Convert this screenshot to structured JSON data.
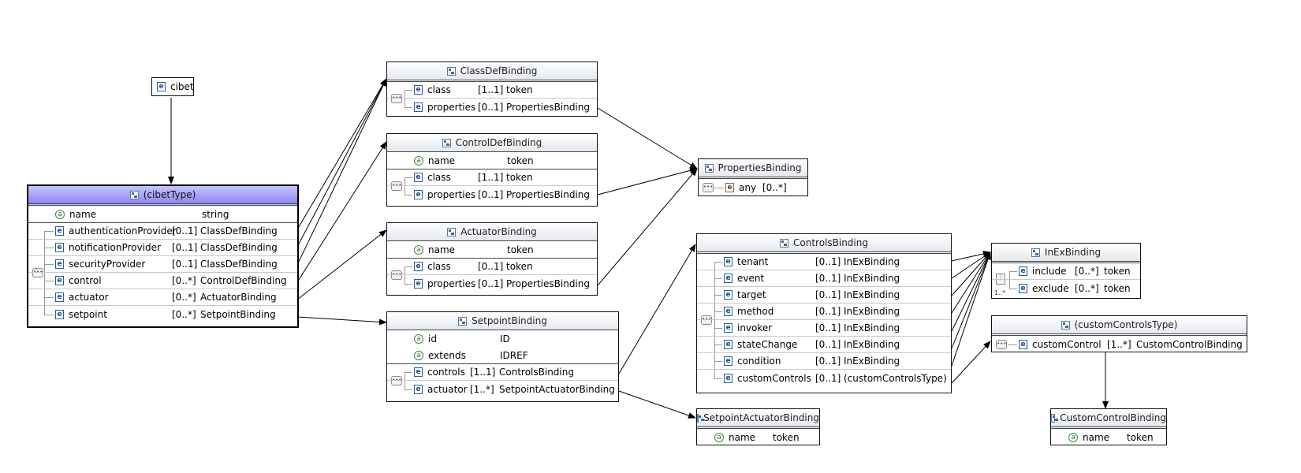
{
  "elements": {
    "cibet": "cibet"
  },
  "types": {
    "cibetType": {
      "title": "(cibetType)",
      "attributes": [
        {
          "name": "name",
          "type": "string"
        }
      ],
      "children": [
        {
          "name": "authenticationProvider",
          "card": "[0..1]",
          "type": "ClassDefBinding"
        },
        {
          "name": "notificationProvider",
          "card": "[0..1]",
          "type": "ClassDefBinding"
        },
        {
          "name": "securityProvider",
          "card": "[0..1]",
          "type": "ClassDefBinding"
        },
        {
          "name": "control",
          "card": "[0..*]",
          "type": "ControlDefBinding"
        },
        {
          "name": "actuator",
          "card": "[0..*]",
          "type": "ActuatorBinding"
        },
        {
          "name": "setpoint",
          "card": "[0..*]",
          "type": "SetpointBinding"
        }
      ]
    },
    "ClassDefBinding": {
      "title": "ClassDefBinding",
      "children": [
        {
          "name": "class",
          "card": "[1..1]",
          "type": "token"
        },
        {
          "name": "properties",
          "card": "[0..1]",
          "type": "PropertiesBinding"
        }
      ]
    },
    "ControlDefBinding": {
      "title": "ControlDefBinding",
      "attributes": [
        {
          "name": "name",
          "type": "token"
        }
      ],
      "children": [
        {
          "name": "class",
          "card": "[1..1]",
          "type": "token"
        },
        {
          "name": "properties",
          "card": "[0..1]",
          "type": "PropertiesBinding"
        }
      ]
    },
    "ActuatorBinding": {
      "title": "ActuatorBinding",
      "attributes": [
        {
          "name": "name",
          "type": "token"
        }
      ],
      "children": [
        {
          "name": "class",
          "card": "[0..1]",
          "type": "token"
        },
        {
          "name": "properties",
          "card": "[0..1]",
          "type": "PropertiesBinding"
        }
      ]
    },
    "SetpointBinding": {
      "title": "SetpointBinding",
      "attributes": [
        {
          "name": "id",
          "type": "ID"
        },
        {
          "name": "extends",
          "type": "IDREF"
        }
      ],
      "children": [
        {
          "name": "controls",
          "card": "[1..1]",
          "type": "ControlsBinding"
        },
        {
          "name": "actuator",
          "card": "[1..*]",
          "type": "SetpointActuatorBinding"
        }
      ]
    },
    "PropertiesBinding": {
      "title": "PropertiesBinding",
      "any_label": "any",
      "any_card": "[0..*]"
    },
    "ControlsBinding": {
      "title": "ControlsBinding",
      "children": [
        {
          "name": "tenant",
          "card": "[0..1]",
          "type": "InExBinding"
        },
        {
          "name": "event",
          "card": "[0..1]",
          "type": "InExBinding"
        },
        {
          "name": "target",
          "card": "[0..1]",
          "type": "InExBinding"
        },
        {
          "name": "method",
          "card": "[0..1]",
          "type": "InExBinding"
        },
        {
          "name": "invoker",
          "card": "[0..1]",
          "type": "InExBinding"
        },
        {
          "name": "stateChange",
          "card": "[0..1]",
          "type": "InExBinding"
        },
        {
          "name": "condition",
          "card": "[0..1]",
          "type": "InExBinding"
        },
        {
          "name": "customControls",
          "card": "[0..1]",
          "type": "(customControlsType)"
        }
      ]
    },
    "InExBinding": {
      "title": "InExBinding",
      "choice_mult": "1..*",
      "children": [
        {
          "name": "include",
          "card": "[0..*]",
          "type": "token"
        },
        {
          "name": "exclude",
          "card": "[0..*]",
          "type": "token"
        }
      ]
    },
    "customControlsType": {
      "title": "(customControlsType)",
      "children": [
        {
          "name": "customControl",
          "card": "[1..*]",
          "type": "CustomControlBinding"
        }
      ]
    },
    "SetpointActuatorBinding": {
      "title": "SetpointActuatorBinding",
      "attributes": [
        {
          "name": "name",
          "type": "token"
        }
      ]
    },
    "CustomControlBinding": {
      "title": "CustomControlBinding",
      "attributes": [
        {
          "name": "name",
          "type": "token"
        }
      ]
    }
  },
  "icons": {
    "element": "e",
    "attribute": "a",
    "complex_type": "complex-type-icon",
    "sequence": "sequence-icon",
    "choice": "choice-icon"
  }
}
